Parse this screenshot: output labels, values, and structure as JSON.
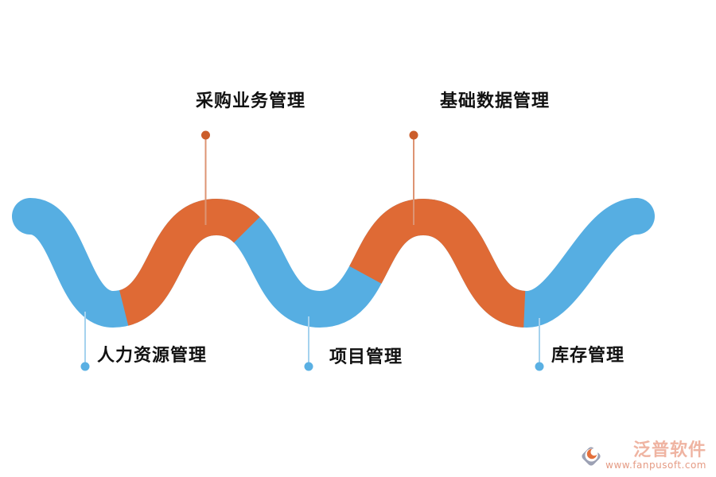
{
  "diagram": {
    "type": "wave-ribbon-timeline",
    "nodes": [
      {
        "label": "采购业务管理",
        "position": "top",
        "connector": "orange"
      },
      {
        "label": "基础数据管理",
        "position": "top",
        "connector": "orange"
      },
      {
        "label": "人力资源管理",
        "position": "bottom",
        "connector": "blue"
      },
      {
        "label": "项目管理",
        "position": "bottom",
        "connector": "blue"
      },
      {
        "label": "库存管理",
        "position": "bottom",
        "connector": "blue"
      }
    ]
  },
  "watermark": {
    "name": "泛普软件",
    "url": "www.fanpusoft.com"
  },
  "colors": {
    "background": "#FFFFFF",
    "wave_blue": "#56AEE2",
    "wave_orange": "#DF6A35",
    "dot_orange": "#CB5D2B",
    "line_orange": "#DD9473",
    "dot_blue": "#5AB0E3",
    "line_blue": "#A5D2EE",
    "text": "#111111",
    "logo_text": "#EFB4A2",
    "logo_url": "#E59B84",
    "logo_gray": "#9CA1B4",
    "logo_crescent": "#E4703C"
  }
}
